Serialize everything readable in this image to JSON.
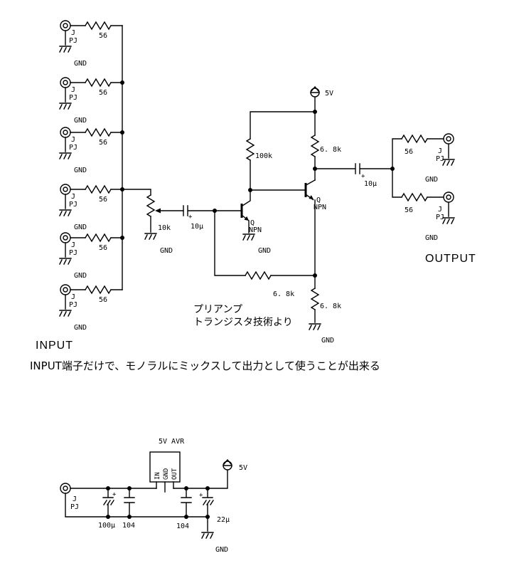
{
  "colors": {
    "background": "#ffffff",
    "ink": "#000000"
  },
  "preamp": {
    "input_title": "INPUT",
    "output_title": "OUTPUT",
    "caption": "INPUT端子だけで、モノラルにミックスして出力として使うことが出来る",
    "note_line1": "プリアンプ",
    "note_line2": "トランジスタ技術より",
    "supply": {
      "label": "5V"
    },
    "input_jacks": [
      {
        "ref": "J",
        "type": "PJ",
        "gnd_label": "GND",
        "resistor": "56"
      },
      {
        "ref": "J",
        "type": "PJ",
        "gnd_label": "GND",
        "resistor": "56"
      },
      {
        "ref": "J",
        "type": "PJ",
        "gnd_label": "GND",
        "resistor": "56"
      },
      {
        "ref": "J",
        "type": "PJ",
        "gnd_label": "GND",
        "resistor": "56"
      },
      {
        "ref": "J",
        "type": "PJ",
        "gnd_label": "GND",
        "resistor": "56"
      },
      {
        "ref": "J",
        "type": "PJ",
        "gnd_label": "GND",
        "resistor": "56"
      }
    ],
    "volume_pot": {
      "value": "10k",
      "gnd_label": "GND"
    },
    "input_cap": {
      "value": "10µ",
      "polarity": "+"
    },
    "output_cap": {
      "value": "10µ",
      "polarity": "+"
    },
    "resistors": {
      "r_100k": "100k",
      "r_collector": "6. 8k",
      "r_feedback": "6. 8k",
      "r_emitter": "6. 8k"
    },
    "q1": {
      "ref": "Q",
      "type": "NPN",
      "gnd_label": "GND"
    },
    "q2": {
      "ref": "Q",
      "type": "NPN"
    },
    "q2_emitter_gnd": "GND",
    "output_jacks": [
      {
        "resistor": "56",
        "ref": "J",
        "type": "PJ",
        "gnd_label": "GND"
      },
      {
        "resistor": "56",
        "ref": "J",
        "type": "PJ",
        "gnd_label": "GND"
      }
    ]
  },
  "power": {
    "title": "5V AVR",
    "regulator_pins": {
      "in": "IN",
      "gnd": "GND",
      "out": "OUT"
    },
    "jack": {
      "ref": "J",
      "type": "PJ"
    },
    "caps": [
      {
        "value": "100µ",
        "polarity": "+"
      },
      {
        "value": "104"
      },
      {
        "value": "104"
      },
      {
        "value": "22µ",
        "polarity": "+"
      }
    ],
    "supply": {
      "label": "5V"
    },
    "gnd_label": "GND"
  }
}
